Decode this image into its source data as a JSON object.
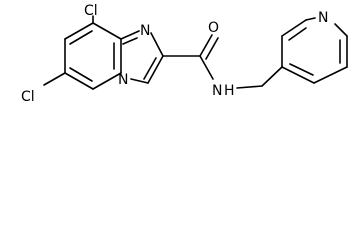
{
  "molecule": {
    "atoms": {
      "cl_top": "Cl",
      "cl_bottom": "Cl",
      "n_imidazole": "N",
      "n_bridgehead": "N",
      "o_carbonyl": "O",
      "n_amide": "N",
      "h_amide": "H",
      "n_pyridine": "N"
    }
  },
  "colors": {
    "bond": "#000000",
    "text": "#000000",
    "background": "#ffffff"
  }
}
